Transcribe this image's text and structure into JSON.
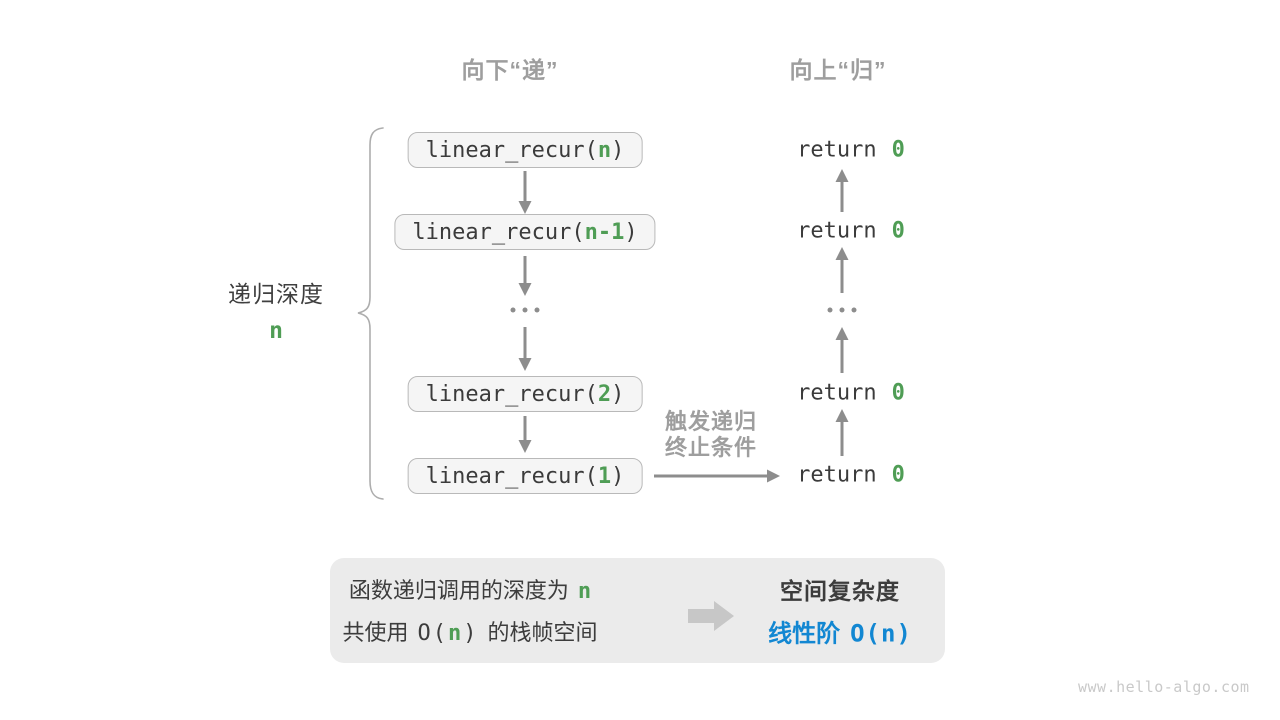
{
  "headers": {
    "down": "向下“递”",
    "up": "向上“归”"
  },
  "depth": {
    "label": "递归深度",
    "value": "n"
  },
  "call_boxes": [
    {
      "pre": "linear_recur(",
      "arg": "n",
      "post": ")"
    },
    {
      "pre": "linear_recur(",
      "arg": "n-1",
      "post": ")"
    },
    {
      "pre": "linear_recur(",
      "arg": "2",
      "post": ")"
    },
    {
      "pre": "linear_recur(",
      "arg": "1",
      "post": ")"
    }
  ],
  "returns": [
    {
      "keyword": "return",
      "value": "0"
    },
    {
      "keyword": "return",
      "value": "0"
    },
    {
      "keyword": "return",
      "value": "0"
    },
    {
      "keyword": "return",
      "value": "0"
    }
  ],
  "ellipsis": "...",
  "terminate_note": {
    "line1": "触发递归",
    "line2": "终止条件"
  },
  "summary": {
    "line1_text": "函数递归调用的深度为",
    "line1_highlight": "n",
    "line2_text_pre": "共使用",
    "line2_code_open": "O(",
    "line2_highlight": "n",
    "line2_code_close": ")",
    "line2_text_post": "的栈帧空间",
    "result_title": "空间复杂度",
    "result_label": "线性阶",
    "result_code": "O(n)"
  },
  "watermark": "www.hello-algo.com",
  "colors": {
    "accent_green": "#4f9d55",
    "accent_blue": "#1287d2",
    "label_gray": "#9e9e9e",
    "text_dark": "#3b3b3b",
    "box_fill": "#f5f5f5",
    "box_border": "#b9b9b9",
    "panel_fill": "#ebebeb",
    "arrow_gray": "#8d8d8d"
  }
}
